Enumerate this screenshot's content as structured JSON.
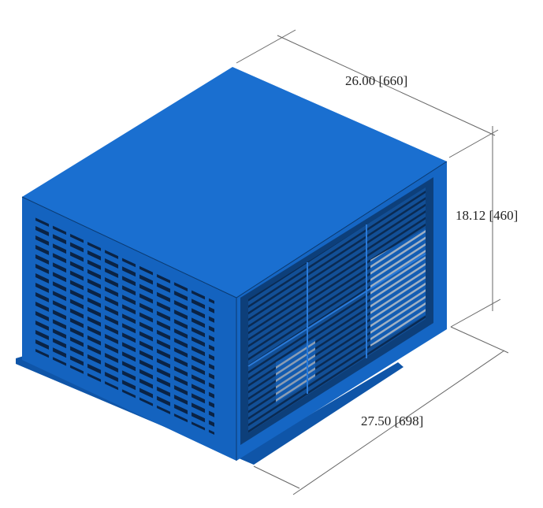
{
  "dimensions": {
    "depth": "26.00 [660]",
    "height": "18.12 [460]",
    "width": "27.50 [698]"
  },
  "colors": {
    "body": "#1565c0",
    "top": "#1a6fd0",
    "dark": "#0d3f7a",
    "line": "#555555"
  }
}
